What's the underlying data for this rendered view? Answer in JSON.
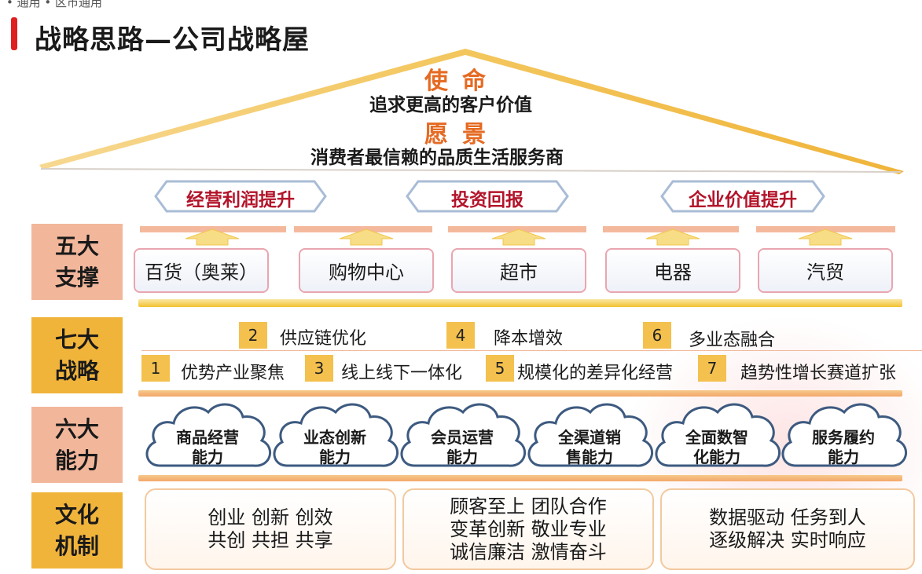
{
  "header": {
    "breadcrumb": "• 通用 • 区市通用",
    "title": "战略思路—公司战略屋"
  },
  "roof": {
    "mission_title": "使命",
    "mission_text": "追求更高的客户价值",
    "vision_title": "愿景",
    "vision_text": "消费者最信赖的品质生活服务商"
  },
  "goals": [
    "经营利润提升",
    "投资回报",
    "企业价值提升"
  ],
  "rows": {
    "pillars_label": [
      "五大",
      "支撑"
    ],
    "strategies_label": [
      "七大",
      "战略"
    ],
    "capabilities_label": [
      "六大",
      "能力"
    ],
    "culture_label": [
      "文化",
      "机制"
    ]
  },
  "pillars": [
    "百货（奥莱）",
    "购物中心",
    "超市",
    "电器",
    "汽贸"
  ],
  "strategies": [
    {
      "num": "1",
      "text": "优势产业聚焦"
    },
    {
      "num": "2",
      "text": "供应链优化"
    },
    {
      "num": "3",
      "text": "线上线下一体化"
    },
    {
      "num": "4",
      "text": "降本增效"
    },
    {
      "num": "5",
      "text": "规模化的差异化经营"
    },
    {
      "num": "6",
      "text": "多业态融合"
    },
    {
      "num": "7",
      "text": "趋势性增长赛道扩张"
    }
  ],
  "capabilities": [
    [
      "商品经营",
      "能力"
    ],
    [
      "业态创新",
      "能力"
    ],
    [
      "会员运营",
      "能力"
    ],
    [
      "全渠道销",
      "售能力"
    ],
    [
      "全面数智",
      "化能力"
    ],
    [
      "服务履约",
      "能力"
    ]
  ],
  "culture": [
    [
      "创业  创新  创效",
      "共创  共担  共享"
    ],
    [
      "顾客至上 团队合作",
      "变革创新 敬业专业",
      "诚信廉洁 激情奋斗"
    ],
    [
      "数据驱动 任务到人",
      "逐级解决 实时响应"
    ]
  ],
  "colors": {
    "accent_red": "#e02020",
    "orange_text": "#e56a22",
    "goal_red": "#b3142a",
    "label_salmon": "#f2b79b",
    "label_gold": "#f1b43a",
    "number_gold": "#f4c14f"
  }
}
